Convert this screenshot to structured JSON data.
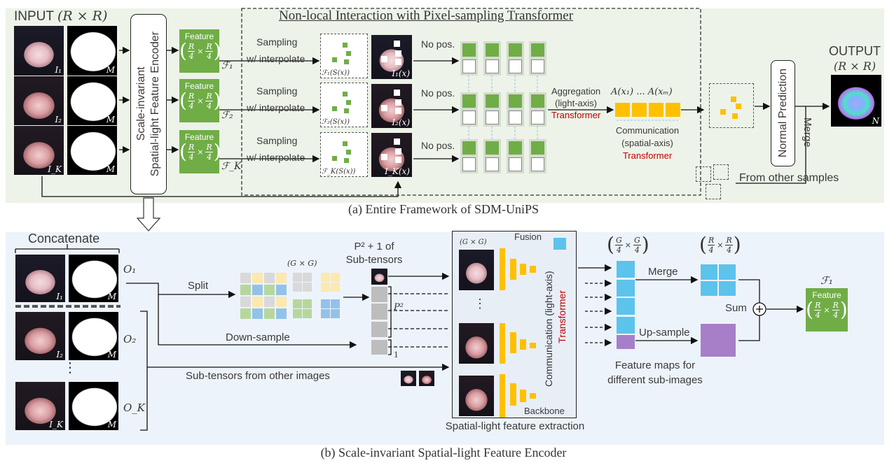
{
  "panel_a": {
    "input_title": "INPUT",
    "input_dim": "(R × R)",
    "rows": [
      {
        "image_label": "I₁",
        "mask_label": "M",
        "feature_label": "ℱ₁",
        "sampled_label": "ℱ₁(S(x))",
        "pixel_label": "I₁(x)"
      },
      {
        "image_label": "I₂",
        "mask_label": "M",
        "feature_label": "ℱ₂",
        "sampled_label": "ℱ₂(S(x))",
        "pixel_label": "I₂(x)"
      },
      {
        "image_label": "I_K",
        "mask_label": "M",
        "feature_label": "ℱ_K",
        "sampled_label": "ℱ_K(S(x))",
        "pixel_label": "I_K(x)"
      }
    ],
    "encoder_line1": "Scale-invariant",
    "encoder_line2": "Spatial-light Feature Encoder",
    "feature_title": "Feature",
    "frac_num": "R",
    "frac_den": "4",
    "frac_times": "×",
    "non_local_title": "Non-local Interaction with Pixel-sampling Transformer",
    "sampling": "Sampling",
    "interpolate": "w/ interpolate",
    "no_pos": "No pos.",
    "aggregation": "Aggregation",
    "light_axis": "(light-axis)",
    "transformer": "Transformer",
    "attn_label": "A(x₁) ... A(xₘ)",
    "communication": "Communication",
    "spatial_axis": "(spatial-axis)",
    "normal_prediction": "Normal Prediction",
    "merge": "Merge",
    "output_title": "OUTPUT",
    "output_dim": "(R × R)",
    "output_label": "N",
    "from_other": "From other samples",
    "caption": "(a) Entire Framework of SDM-UniPS"
  },
  "panel_b": {
    "concatenate": "Concatenate",
    "rows": [
      {
        "image_label": "I₁",
        "mask_label": "M",
        "o_label": "O₁"
      },
      {
        "image_label": "I₂",
        "mask_label": "M",
        "o_label": "O₂"
      },
      {
        "image_label": "I_K",
        "mask_label": "M",
        "o_label": "O_K"
      }
    ],
    "vdots": "⋮",
    "split": "Split",
    "gxg": "(G × G)",
    "sub_line1": "P² + 1 of",
    "sub_line2": "Sub-tensors",
    "p2": "P²",
    "one": "1",
    "down_sample": "Down-sample",
    "from_other_images": "Sub-tensors from other images",
    "fusion": "Fusion",
    "comm_light": "Communication (light-axis)",
    "transformer": "Transformer",
    "backbone": "Backbone",
    "extraction": "Spatial-light feature extraction",
    "g_num": "G",
    "r_num": "R",
    "den": "4",
    "merge": "Merge",
    "up_sample": "Up-sample",
    "sum": "Sum",
    "feature_maps_1": "Feature maps for",
    "feature_maps_2": "different sub-images",
    "f1_label": "ℱ₁",
    "feature_title": "Feature",
    "caption": "(b) Scale-invariant Spatial-light Feature Encoder"
  },
  "colors": {
    "feature_green": "#70ad47",
    "token_yellow": "#ffc000",
    "map_blue": "#5cc3ec",
    "map_purple": "#a67fc8",
    "transformer_red": "#c00000"
  }
}
